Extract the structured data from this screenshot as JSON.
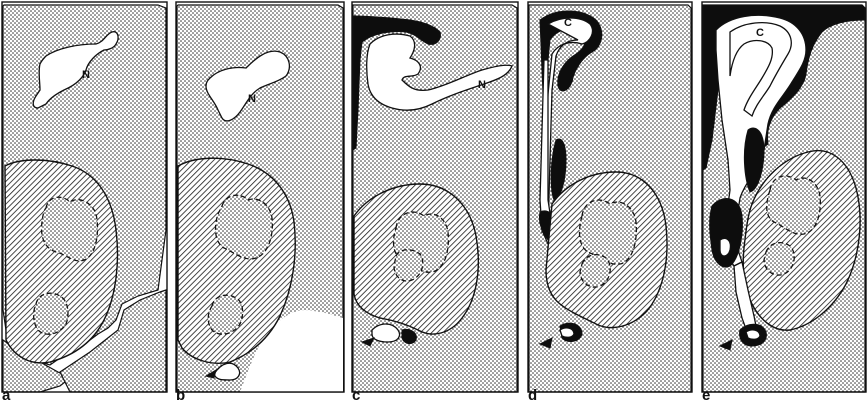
{
  "figure": {
    "panels": [
      {
        "letter": "a",
        "labels": [
          "N"
        ]
      },
      {
        "letter": "b",
        "labels": [
          "N"
        ]
      },
      {
        "letter": "c",
        "labels": [
          "N"
        ]
      },
      {
        "letter": "d",
        "labels": [
          "C"
        ]
      },
      {
        "letter": "e",
        "labels": [
          "C"
        ]
      }
    ]
  }
}
